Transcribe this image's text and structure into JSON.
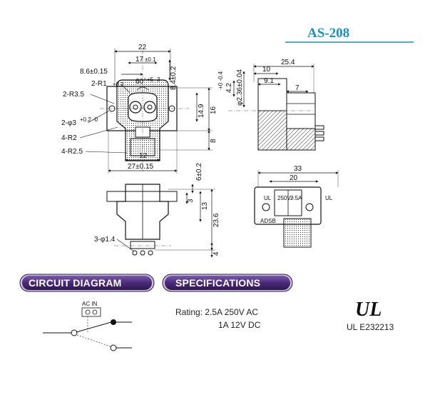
{
  "header": {
    "model": "AS-208",
    "accent_color": "#1a8fc4"
  },
  "front_view": {
    "dims": {
      "width_top": "22",
      "inner_width": "17",
      "inner_width_tol": "±0.1",
      "offset": "8.6±0.15",
      "corner_r1": "2-R1",
      "corner_r1_tol": "±0.2",
      "angle": "60°",
      "angle_tol": "+5 -3",
      "height_right": "8.4±0.2",
      "r35": "2-R3.5",
      "hole": "2-φ3",
      "hole_tol": "+0.2 -0",
      "r2": "4-R2",
      "r25": "4-R2.5",
      "h149": "14.9",
      "h16": "16",
      "h8": "8",
      "w12": "12",
      "w27": "27±0.15"
    }
  },
  "side_view": {
    "dims": {
      "w254": "25.4",
      "w10": "10",
      "w91": "9.1",
      "w7": "7",
      "v42": "4.2",
      "v42_tol": "+0 -0.4",
      "v236": "φ2.36±0.04"
    }
  },
  "bottom_view": {
    "dims": {
      "v6": "6±0.2",
      "v3": "3",
      "v13": "13",
      "v236": "23.6",
      "v4": "4",
      "pins": "3-φ1.4"
    }
  },
  "top_view": {
    "dims": {
      "w33": "33",
      "w20": "20"
    },
    "markings": {
      "rating_v": "250V~",
      "rating_a": "2.5A",
      "mark_left": "UL",
      "mark_right": "UL",
      "brand": "ADSB"
    }
  },
  "circuit": {
    "title": "CIRCUIT DIAGRAM",
    "label_ac_in": "AC IN"
  },
  "specifications": {
    "title": "SPECIFICATIONS",
    "rating_line1": "Rating: 2.5A 250V AC",
    "rating_line2": "1A 12V DC",
    "ul_mark": "UL",
    "ul_number": "UL E232213",
    "pill_color": "#4a2a7a"
  }
}
